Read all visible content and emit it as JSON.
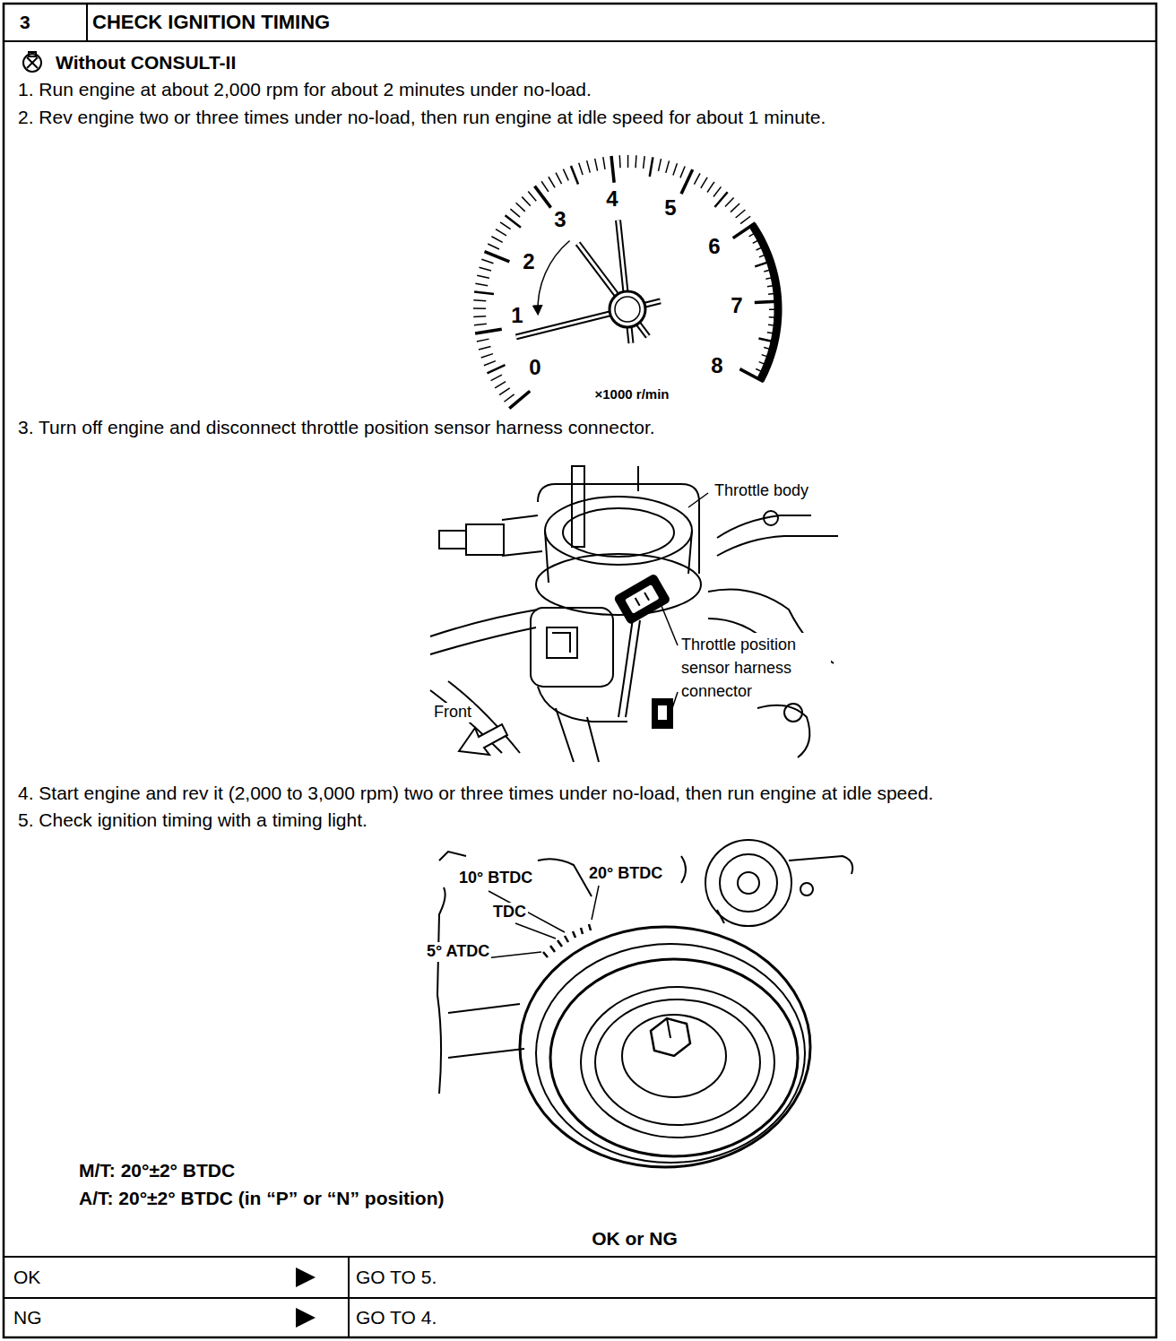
{
  "diagram": {
    "title": "CHECK IGNITION TIMING",
    "labels": [
      "3",
      "Without CONSULT-II",
      "1. Run engine at about 2,000 rpm for about 2 minutes under no-load.",
      "2. Rev engine two or three times under no-load, then run engine at idle speed for about 1 minute.",
      "0",
      "1",
      "2",
      "3",
      "4",
      "5",
      "6",
      "7",
      "8",
      "×1000 r/min",
      "3. Turn off engine and disconnect throttle position sensor harness connector.",
      "Throttle body",
      "Throttle position sensor harness connector",
      "Front",
      "4. Start engine and rev it (2,000 to 3,000 rpm) two or three times under no-load, then run engine at idle speed.",
      "5. Check ignition timing with a timing light.",
      "10° BTDC",
      "20° BTDC",
      "TDC",
      "5° ATDC",
      "M/T: 20°±2° BTDC",
      "A/T: 20°±2° BTDC (in “P” or “N” position)",
      "OK or NG",
      "OK",
      "GO TO 5.",
      "NG",
      "GO TO 4."
    ]
  }
}
